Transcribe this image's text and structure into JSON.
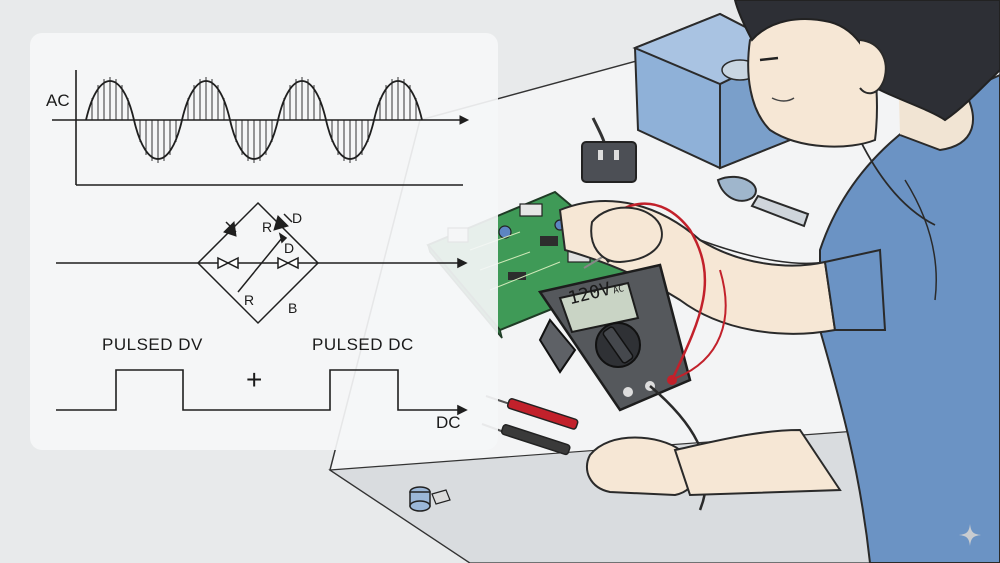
{
  "diagram": {
    "wave_label": "AC",
    "bridge_labels": {
      "r_top": "R",
      "d_top": "D",
      "d_mid": "D",
      "r_bottom": "R",
      "b_bottom": "B"
    },
    "pulse_left_label": "PULSED DV",
    "pulse_right_label": "PULSED DC",
    "plus_sign": "+",
    "output_label": "DC"
  },
  "multimeter": {
    "reading": "120V",
    "unit": "AC"
  },
  "colors": {
    "panel": "#f5f6f7",
    "shirt": "#6b93c4",
    "board": "#3f9a57",
    "probe_red": "#c2212b",
    "meter_case": "#55585c"
  },
  "icons": [
    "sparkle-icon"
  ]
}
